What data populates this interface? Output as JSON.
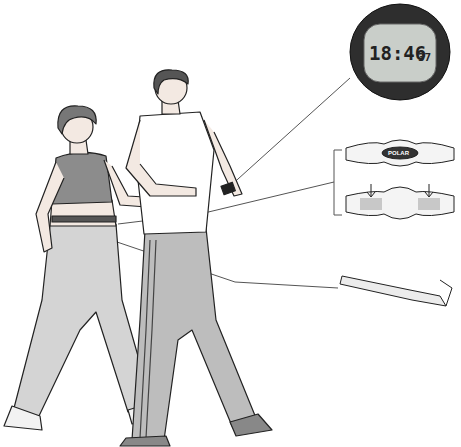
{
  "diagram": {
    "labels": [
      "18:46",
      "37",
      "POLAR"
    ]
  }
}
